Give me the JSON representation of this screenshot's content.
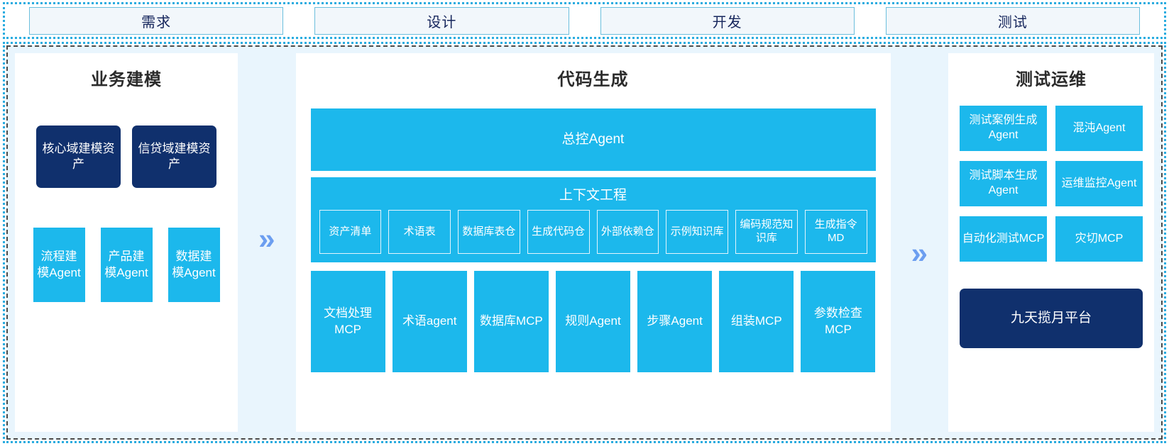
{
  "phases": [
    {
      "label": "需求"
    },
    {
      "label": "设计"
    },
    {
      "label": "开发"
    },
    {
      "label": "测试"
    }
  ],
  "separators": {
    "chevron": "»",
    "color": "#6c9ef0"
  },
  "colors": {
    "cyan": "#1cb8ec",
    "navy": "#10306d",
    "panel_bg": "#ffffff",
    "canvas_bg": "#e9f5fd",
    "phase_fill": "#f2f7fb",
    "phase_border": "#6cbfdd",
    "phase_text": "#16265c",
    "dotted_border": "#2aace0",
    "dashed_border": "#4a4a4a"
  },
  "left_panel": {
    "title": "业务建模",
    "assets": [
      {
        "label": "核心域建模资产"
      },
      {
        "label": "信贷域建模资产"
      }
    ],
    "agents": [
      {
        "label": "流程建模Agent"
      },
      {
        "label": "产品建模Agent"
      },
      {
        "label": "数据建模Agent"
      }
    ]
  },
  "center_panel": {
    "title": "代码生成",
    "master_agent": "总控Agent",
    "context_engineering": {
      "title": "上下文工程",
      "items": [
        {
          "label": "资产清单"
        },
        {
          "label": "术语表"
        },
        {
          "label": "数据库表仓"
        },
        {
          "label": "生成代码仓"
        },
        {
          "label": "外部依赖仓"
        },
        {
          "label": "示例知识库"
        },
        {
          "label": "编码规范知识库"
        },
        {
          "label": "生成指令MD"
        }
      ]
    },
    "tools": [
      {
        "label": "文档处理MCP"
      },
      {
        "label": "术语agent"
      },
      {
        "label": "数据库MCP"
      },
      {
        "label": "规则Agent"
      },
      {
        "label": "步骤Agent"
      },
      {
        "label": "组装MCP"
      },
      {
        "label": "参数检查MCP"
      }
    ]
  },
  "right_panel": {
    "title": "测试运维",
    "agents": [
      {
        "label": "测试案例生成Agent"
      },
      {
        "label": "混沌Agent"
      },
      {
        "label": "测试脚本生成Agent"
      },
      {
        "label": "运维监控Agent"
      },
      {
        "label": "自动化测试MCP"
      },
      {
        "label": "灾切MCP"
      }
    ],
    "platform": "九天揽月平台"
  }
}
